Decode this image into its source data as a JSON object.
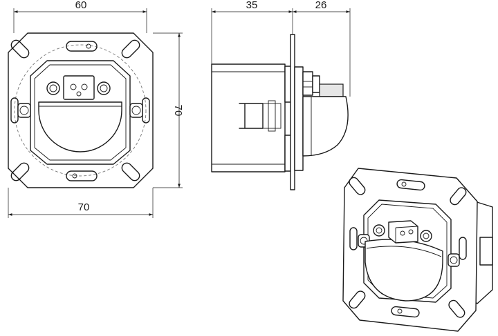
{
  "dimensions": {
    "front_width_top": "60",
    "front_height_right": "70",
    "front_width_bottom": "70",
    "side_depth_back": "35",
    "side_depth_front": "26"
  }
}
